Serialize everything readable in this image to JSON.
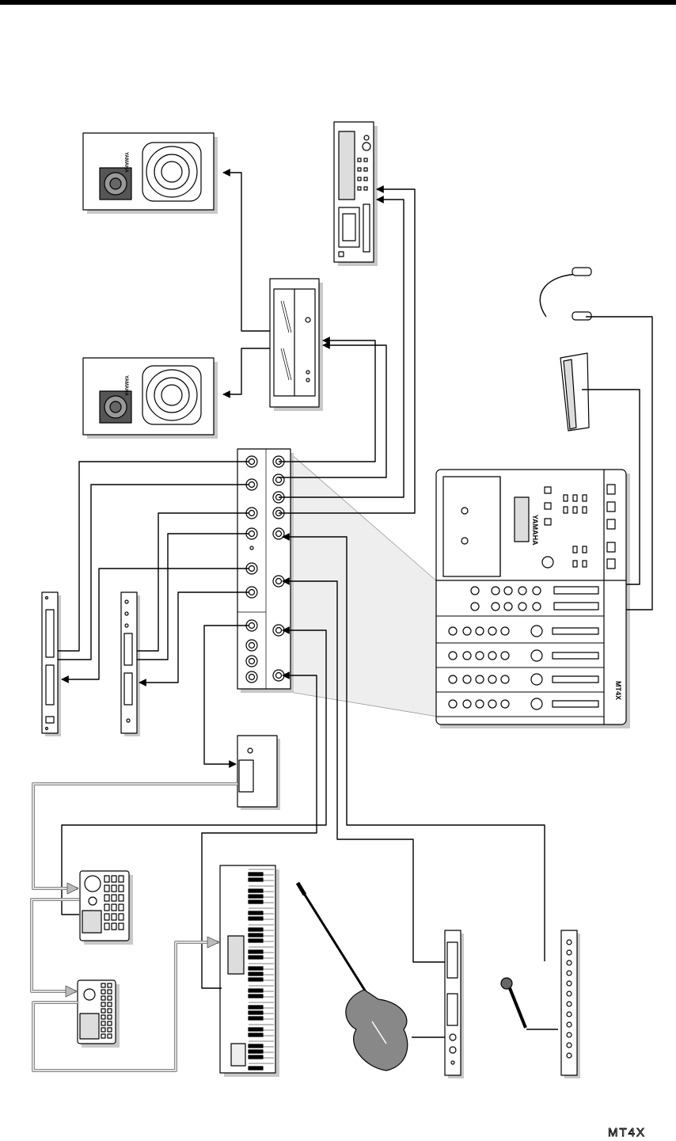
{
  "page": {
    "model_logo": "MT4X",
    "device_brand": "YAMAHA",
    "panel_model_label": "MT4X"
  },
  "colors": {
    "line": "#000000",
    "midi_cable": "#aaaaaa",
    "shadow": "#c8c8c8",
    "zoom_fill": "#eeeeee",
    "guitar_body": "#888888"
  },
  "devices": [
    {
      "name": "monitor-speaker-top",
      "icon": "speaker-icon"
    },
    {
      "name": "monitor-speaker-bottom",
      "icon": "speaker-icon"
    },
    {
      "name": "power-amplifier",
      "icon": "amplifier-icon"
    },
    {
      "name": "cassette-deck",
      "icon": "cassette-deck-icon"
    },
    {
      "name": "headphones",
      "icon": "headphones-icon"
    },
    {
      "name": "foot-switch",
      "icon": "foot-switch-icon"
    },
    {
      "name": "mt4x-multitrack-recorder",
      "icon": "multitrack-recorder-icon"
    },
    {
      "name": "rear-panel-jacks",
      "icon": "jack-panel-icon"
    },
    {
      "name": "effect-processor-1",
      "icon": "rack-unit-icon"
    },
    {
      "name": "effect-processor-2",
      "icon": "rack-unit-icon"
    },
    {
      "name": "midi-sync-box",
      "icon": "sync-box-icon"
    },
    {
      "name": "drum-machine",
      "icon": "drum-machine-icon"
    },
    {
      "name": "sequencer",
      "icon": "sequencer-icon"
    },
    {
      "name": "synthesizer-keyboard",
      "icon": "keyboard-icon"
    },
    {
      "name": "electric-guitar",
      "icon": "guitar-icon"
    },
    {
      "name": "guitar-processor",
      "icon": "rack-unit-icon"
    },
    {
      "name": "microphone",
      "icon": "microphone-icon"
    },
    {
      "name": "microphone-preamp",
      "icon": "rack-unit-icon"
    }
  ]
}
